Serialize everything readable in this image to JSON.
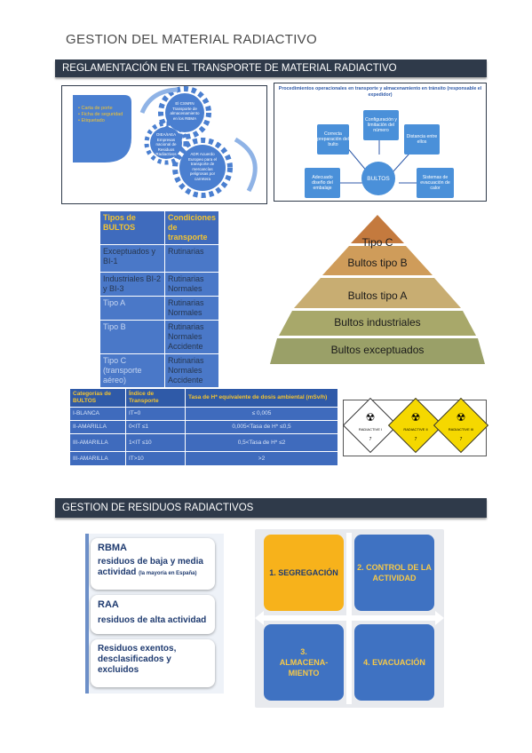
{
  "page_title": "GESTION DEL MATERIAL RADIACTIVO",
  "section1": {
    "title": "REGLAMENTACIÓN EN EL TRANSPORTE DE MATERIAL RADIACTIVO"
  },
  "gears": {
    "leaf_items": [
      "Carta de porte",
      "Ficha de seguridad",
      "Etiquetado"
    ],
    "gear1": "El CSNRN Transporte de almacenamiento en los RBMA",
    "gear2": "OIEA/IAEA Empresas nacional de Residuos Radiactivos",
    "gear3": "ADR Acuerdo Europeo para el transporte de mercancías peligrosas por carretera"
  },
  "procedures": {
    "title": "Procedimientos operacionales en transporte y almacenamiento en tránsito (responsable el expedidor)",
    "center": "BULTOS",
    "boxes": [
      "Correcta preparación del bulto",
      "Configuración y limitación del número",
      "Distancia entre ellos",
      "Adecuado diseño del embalaje",
      "Sistemas de evacuación de calor"
    ]
  },
  "bultos_table": {
    "header": [
      "Tipos de BULTOS",
      "Condiciones de transporte"
    ],
    "rows": [
      [
        "Exceptuados y BI-1",
        "Rutinarias"
      ],
      [
        "Industriales BI-2 y BI-3",
        "Rutinarias Normales"
      ],
      [
        "Tipo A",
        "Rutinarias Normales"
      ],
      [
        "Tipo B",
        "Rutinarias Normales Accidente"
      ],
      [
        "Tipo C (transporte aéreo)",
        "Rutinarias Normales Accidente"
      ]
    ]
  },
  "pyramid": {
    "levels": [
      "Tipo C",
      "Bultos tipo B",
      "Bultos tipo A",
      "Bultos industriales",
      "Bultos exceptuados"
    ],
    "colors": [
      "#c47a3e",
      "#cf9c5a",
      "#c8ad72",
      "#a8a86a",
      "#9aa068"
    ]
  },
  "category_table": {
    "header": [
      "Categorías de BULTOS",
      "Índice de Transporte",
      "Tasa de H* equivalente de dosis ambiental (mSv/h)"
    ],
    "rows": [
      [
        "I-BLANCA",
        "IT=0",
        "≤ 0,005"
      ],
      [
        "II-AMARILLA",
        "0<IT ≤1",
        "0,005<Tasa de H* ≤0,5"
      ],
      [
        "III-AMARILLA",
        "1<IT ≤10",
        "0,5<Tasa de H* ≤2"
      ],
      [
        "III-AMARILLA",
        "IT>10",
        ">2"
      ]
    ]
  },
  "labels": {
    "items": [
      {
        "text": "RADIACTIVE I",
        "color": "#ffffff",
        "num": "7"
      },
      {
        "text": "RADIACTIVE II",
        "color": "#f5d800",
        "num": "7"
      },
      {
        "text": "RADIACTIVE III",
        "color": "#f5d800",
        "num": "7"
      }
    ]
  },
  "section2": {
    "title": "GESTION DE RESIDUOS RADIACTIVOS"
  },
  "residuos": [
    {
      "title": "RBMA",
      "line1": "residuos de baja y media",
      "line2": "actividad",
      "small": "(la mayoría en España)"
    },
    {
      "title": "RAA",
      "line1": "residuos de alta actividad"
    },
    {
      "title": "Residuos exentos, desclasificados y excluidos"
    }
  ],
  "steps": {
    "items": [
      {
        "label": "1. SEGREGACIÓN",
        "bg": "#f7b21b",
        "fg": "#1f3b70"
      },
      {
        "label": "2. CONTROL DE LA ACTIVIDAD",
        "bg": "#3f72c2",
        "fg": "#f7c948"
      },
      {
        "label": "3. ALMACENA-MIENTO",
        "bg": "#3f72c2",
        "fg": "#f7c948"
      },
      {
        "label": "4. EVACUACIÓN",
        "bg": "#3f72c2",
        "fg": "#f7c948"
      }
    ]
  }
}
